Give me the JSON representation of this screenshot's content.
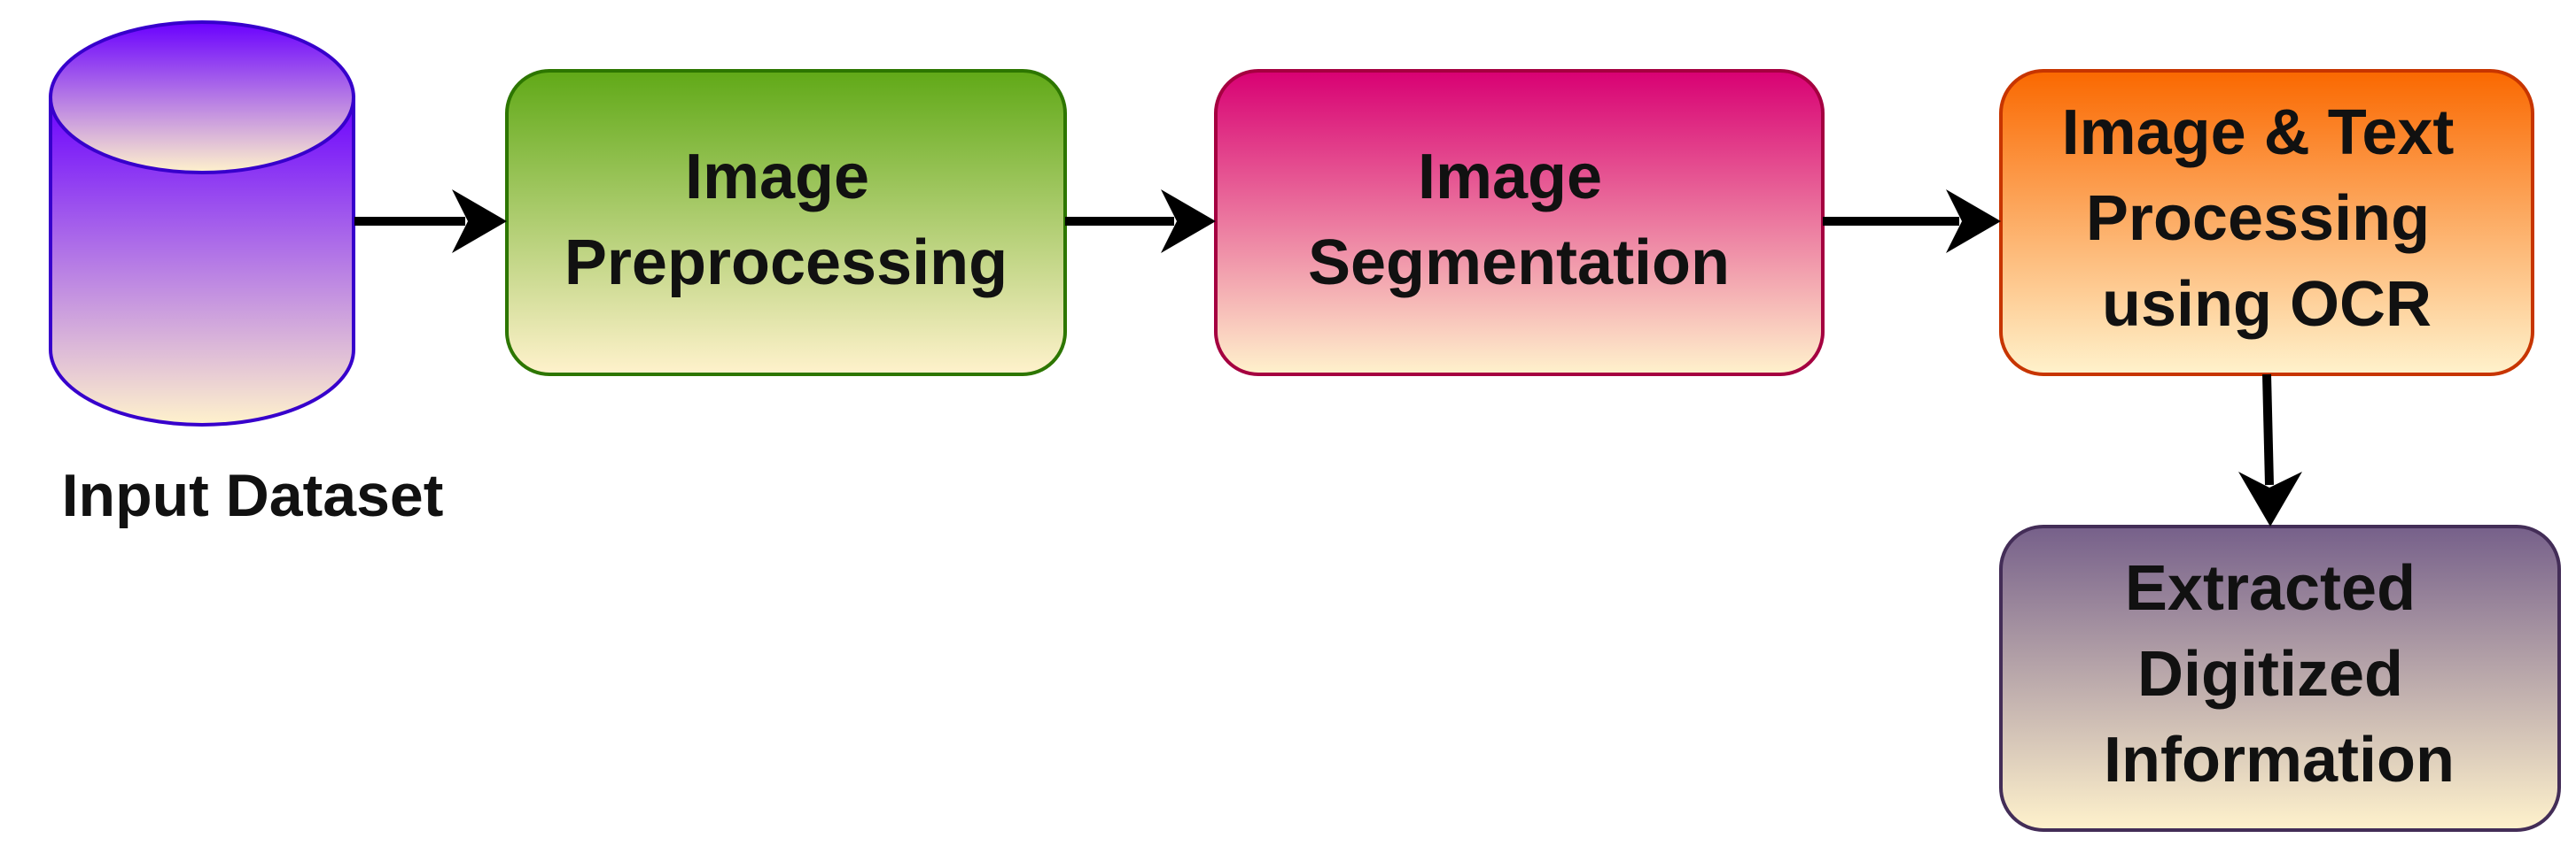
{
  "diagram": {
    "nodes": {
      "input_dataset": {
        "label": "Input Dataset"
      },
      "image_preprocessing": {
        "lines": [
          "Image",
          "Preprocessing"
        ]
      },
      "image_segmentation": {
        "lines": [
          "Image",
          "Segmentation"
        ]
      },
      "image_text_processing": {
        "lines": [
          "Image & Text",
          "Processing",
          "using OCR"
        ]
      },
      "extracted_information": {
        "lines": [
          "Extracted",
          "Digitized",
          "Information"
        ]
      }
    },
    "colors": {
      "cylinder_top": "#6a00ff",
      "cylinder_bottom": "#fff2cc",
      "cylinder_stroke": "#3700cc",
      "green_top": "#60a917",
      "green_bottom": "#fff2cc",
      "green_stroke": "#2d7600",
      "pink_top": "#d80073",
      "pink_bottom": "#fff2cc",
      "pink_stroke": "#a50040",
      "orange_top": "#fa6800",
      "orange_bottom": "#fff2cc",
      "orange_stroke": "#c73500",
      "purple_top": "#76608a",
      "purple_bottom": "#fff2cc",
      "purple_stroke": "#432d57",
      "arrow": "#000000"
    }
  }
}
